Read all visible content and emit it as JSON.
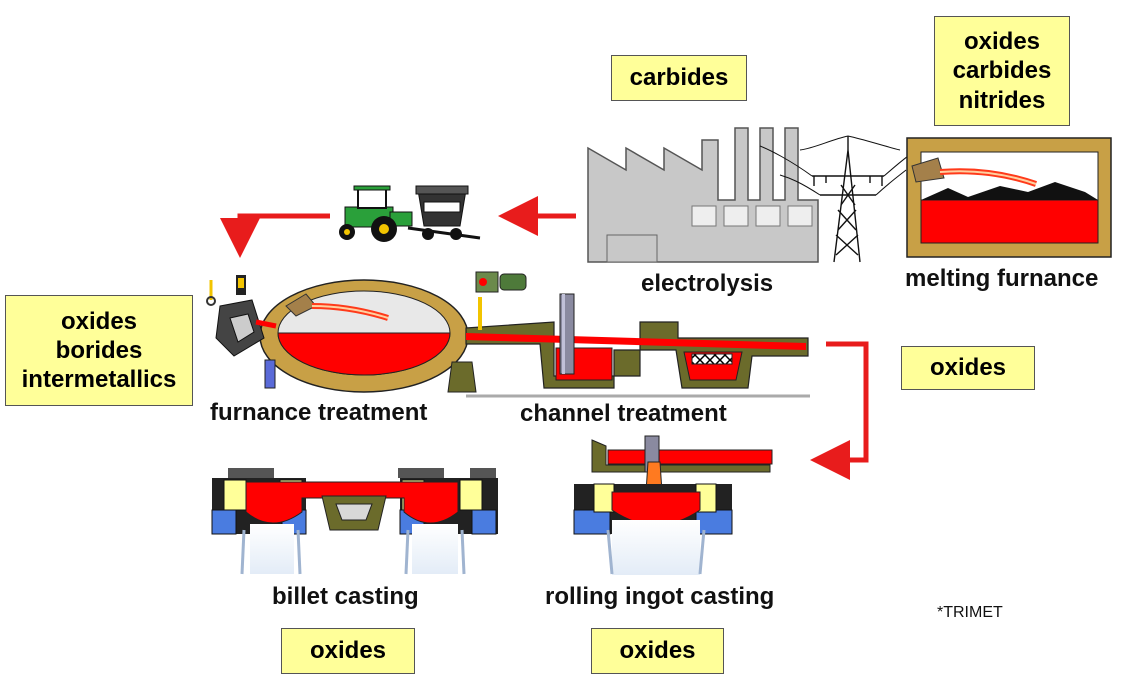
{
  "boxes": {
    "electrolysis_top": [
      "carbides"
    ],
    "melting_top": [
      "oxides",
      "carbides",
      "nitrides"
    ],
    "furnace_side": [
      "oxides",
      "borides",
      "intermetallics"
    ],
    "channel_side": [
      "oxides"
    ],
    "billet_bottom": [
      "oxides"
    ],
    "ingot_bottom": [
      "oxides"
    ]
  },
  "labels": {
    "electrolysis": "electrolysis",
    "melting_furnace": "melting furnance",
    "furnace_treatment": "furnance treatment",
    "channel_treatment": "channel treatment",
    "billet_casting": "billet casting",
    "rolling_ingot_casting": "rolling ingot casting"
  },
  "credit": "*TRIMET",
  "colors": {
    "melt": "#ff0000",
    "arrow": "#e81c1c",
    "note_fill": "#ffff99",
    "furnace_shell": "#c8a046",
    "refractory": "#6b6b2b",
    "factory": "#c8c8c8",
    "water_block": "#4a7ce0"
  }
}
